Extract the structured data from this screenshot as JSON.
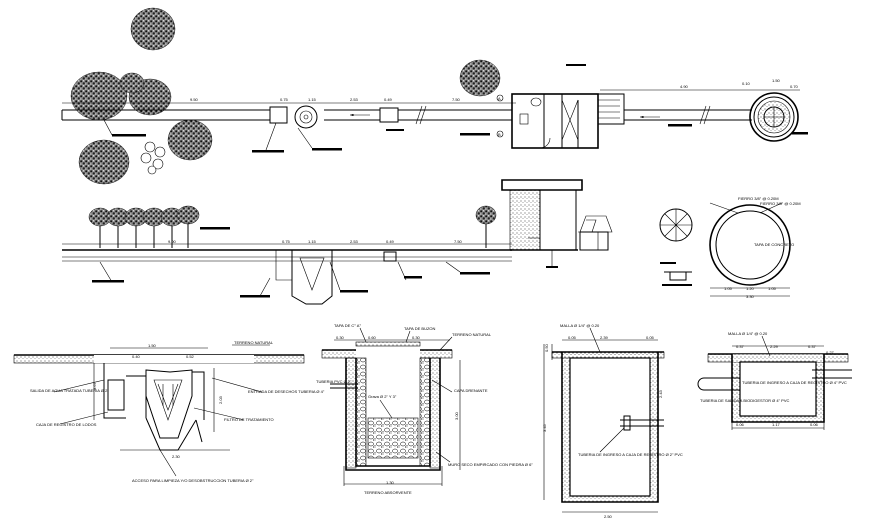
{
  "plan": {
    "dims": {
      "d950": "9.50",
      "d075": "0.75",
      "d115": "1.15",
      "d253": "2.53",
      "d049": "0.49",
      "d750": "7.50",
      "d490": "4.90",
      "d010": "0.10",
      "d150": "1.50",
      "d070": "0.70"
    },
    "markers": {
      "a": "A",
      "b": "B"
    }
  },
  "elevation": {
    "dims": {
      "d900": "9.00",
      "d075": "0.75",
      "d115": "1.15",
      "d253": "2.53",
      "d049": "0.49",
      "d750": "7.50"
    }
  },
  "pozo_plan": {
    "fierro_top": "FIERRO 3/8\" @ 0.20M",
    "fierro_right": "FIERRO 3/8\" @ 0.20M",
    "tapa": "TAPA DE CONCRETO",
    "dims": {
      "a": "1.05",
      "b": "1.20",
      "c": "1.05",
      "total": "3.30"
    }
  },
  "tanque_section": {
    "dims": {
      "top": "1.50",
      "left": "0.40",
      "right": "0.52",
      "depth": "3.67",
      "inner": "2.03",
      "bottom": "2.30"
    },
    "labels": {
      "terreno": "TERRENO NATURAL",
      "salida": "SALIDA DE AGUA TRATADA TUBERIA Ø 2\"",
      "entrada": "ENTRADA DE DESECHOS TUBERIA Ø 4\"",
      "filtro": "FILTRO DE TRATAMIENTO",
      "caja": "CAJA DE REGISTRO DE LODOS",
      "acceso": "ACCESO PARA LIMPIEZA Y/O DESOBSTRUCCION TUBERIA Ø 2\""
    }
  },
  "pozo_section": {
    "dims": {
      "d030a": "0.30",
      "d060": "0.60",
      "d030b": "0.30",
      "depth": "3.00",
      "bottom": "1.30"
    },
    "labels": {
      "tapa": "TAPA DE C° A°",
      "tapa_buzon": "TAPA DE BUZON",
      "terreno": "TERRENO NATURAL",
      "tuberia": "TUBERIA PVC Ø 2\"",
      "capa": "CAPA DRENANTE",
      "grava": "Grava Ø 2\" Y 3\"",
      "muro": "MURO SECO EMPIRCADO CON PIEDRA Ø 6\"",
      "absorvente": "TERRENO ABSORVENTE"
    }
  },
  "caja_left": {
    "dims": {
      "d005a": "0.05",
      "d239": "2.39",
      "d005b": "0.05",
      "h050": "0.50",
      "h243": "2.43",
      "h345": "3.45",
      "bottom": "2.50"
    },
    "labels": {
      "malla": "MALLA Ø 1/4\" @ 0.20",
      "tuberia": "TUBERIA DE INGRESO A CAJA DE REGISTRO Ø 2\" PVC"
    }
  },
  "caja_right": {
    "dims": {
      "d037a": "0.37",
      "d229": "2.29",
      "d037b": "0.37",
      "d027": "0.27",
      "d006a": "0.06",
      "d117": "1.17",
      "d006b": "0.06"
    },
    "labels": {
      "malla": "MALLA Ø 1/4\" @ 0.20",
      "tuberia_in": "TUBERIA DE INGRESO A CAJA DE REGISTRO Ø 4\" PVC",
      "tuberia_out": "TUBERIA DE SALIDA A BIODIGESTOR Ø 4\" PVC"
    }
  }
}
